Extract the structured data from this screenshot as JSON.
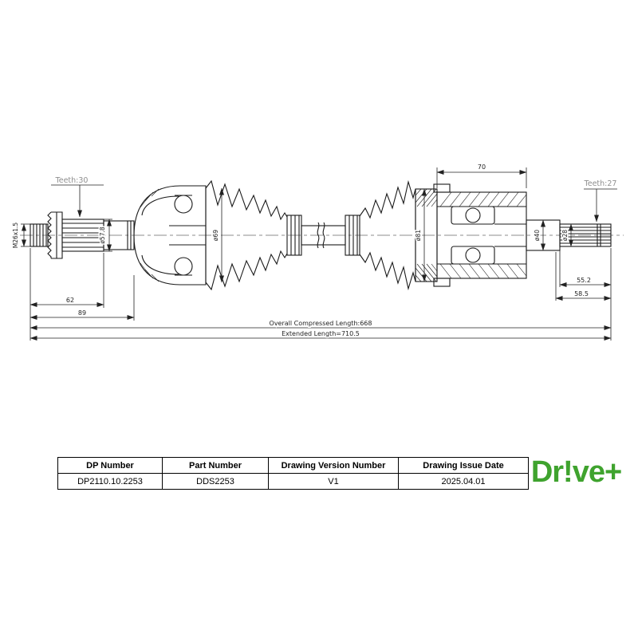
{
  "drawing": {
    "annotations": {
      "teeth_left": "Teeth:30",
      "teeth_right": "Teeth:27",
      "thread_spec": "M26x1.5",
      "dia_spline_left": "ø57.8",
      "dia_boot_left": "ø69",
      "dia_boot_right": "ø81",
      "dia_stub_right": "ø40",
      "dia_spline_right": "ø28",
      "dim_housing_width": "70",
      "dim_left_62": "62",
      "dim_left_89": "89",
      "dim_right_55_2": "55.2",
      "dim_right_58_5": "58.5",
      "overall_compressed_length": "Overall Compressed Length:668",
      "extended_length": "Extended Length=710.5"
    }
  },
  "info_table": {
    "headers": [
      "DP Number",
      "Part Number",
      "Drawing Version Number",
      "Drawing Issue Date"
    ],
    "row": [
      "DP2110.10.2253",
      "DDS2253",
      "V1",
      "2025.04.01"
    ]
  },
  "logo": {
    "text": "Dr!ve+",
    "color": "#3fa32e"
  }
}
